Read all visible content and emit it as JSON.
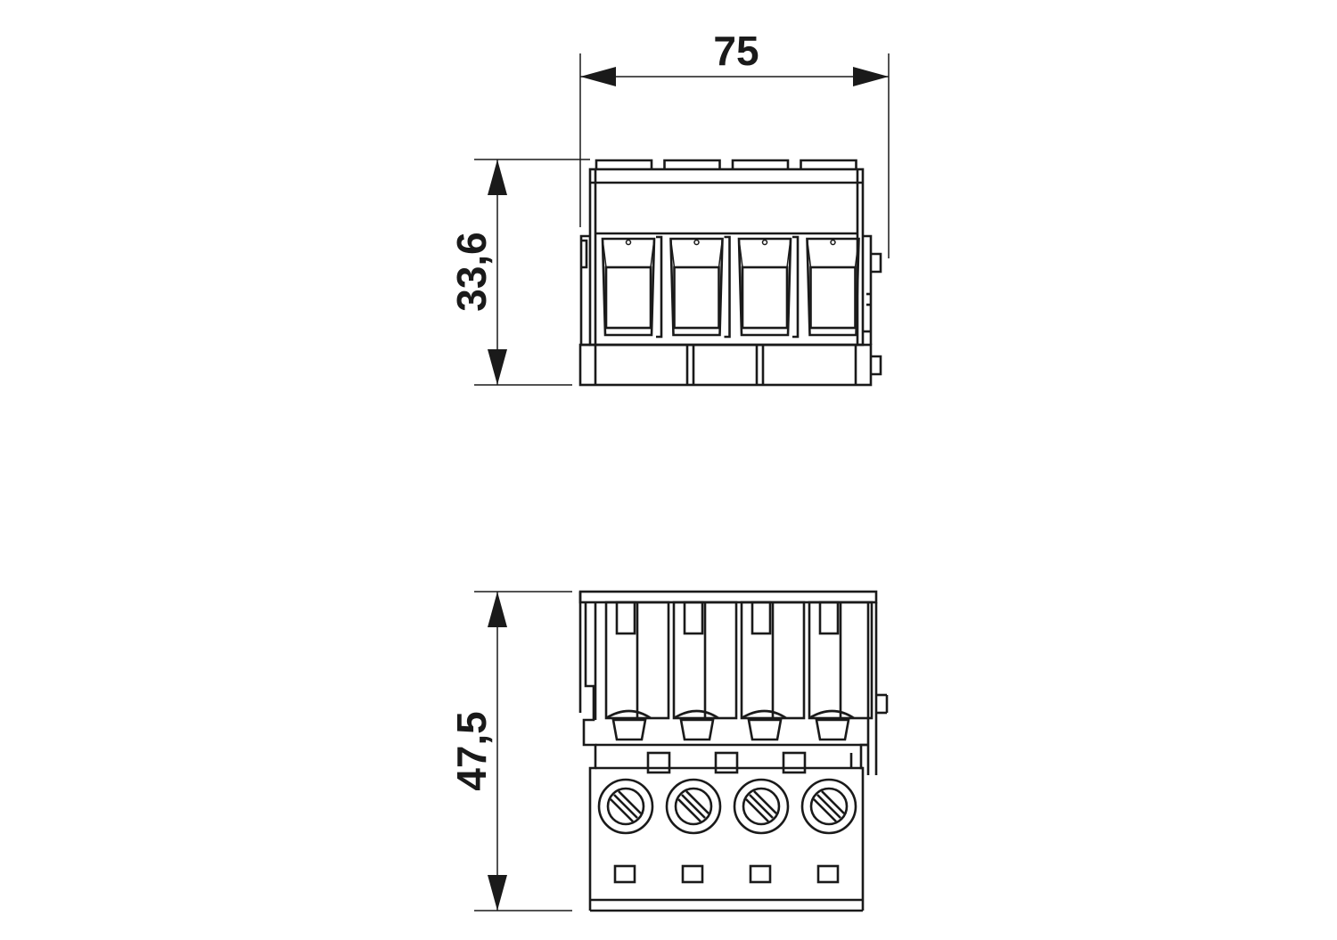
{
  "dimensions": {
    "width": "75",
    "height_front": "33,6",
    "height_top": "47,5"
  },
  "views": {
    "front_positions": 4,
    "top_positions": 4
  },
  "colors": {
    "line": "#1a1a1a",
    "background": "#ffffff"
  }
}
